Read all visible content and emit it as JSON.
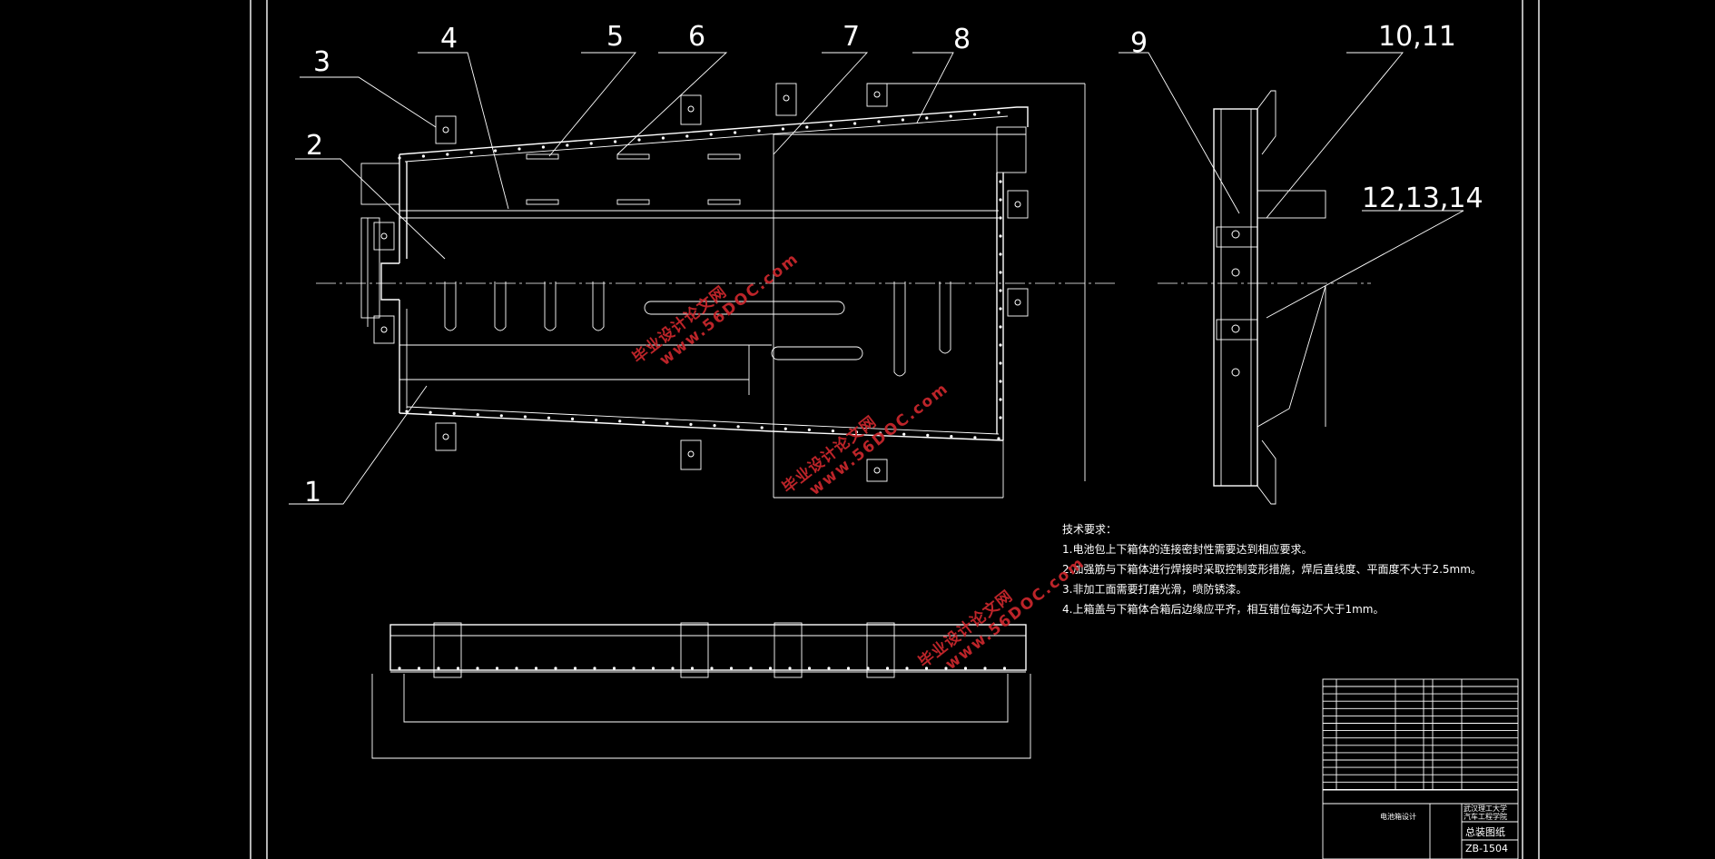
{
  "callouts": {
    "c1": "1",
    "c2": "2",
    "c3": "3",
    "c4": "4",
    "c5": "5",
    "c6": "6",
    "c7": "7",
    "c8": "8",
    "c9": "9",
    "c10": "10,11",
    "c12": "12,13,14"
  },
  "notes": {
    "title": "技术要求：",
    "items": [
      "1.电池包上下箱体的连接密封性需要达到相应要求。",
      "2.加强筋与下箱体进行焊接时采取控制变形措施，焊后直线度、平面度不大于2.5mm。",
      "3.非加工面需要打磨光滑，喷防锈漆。",
      "4.上箱盖与下箱体合箱后边缘应平齐，相互错位每边不大于1mm。"
    ]
  },
  "watermark": {
    "cn": "毕业设计论文网",
    "en": "www.56DOC.com"
  },
  "title_block": {
    "drawing_no": "ZB-1504",
    "drawing_name": "总装图纸",
    "product": "电池箱设计",
    "school_line1": "武汉理工大学",
    "school_line2": "汽车工程学院"
  },
  "colors": {
    "line": "#ffffff",
    "background": "#000000",
    "watermark": "#c7262c"
  }
}
